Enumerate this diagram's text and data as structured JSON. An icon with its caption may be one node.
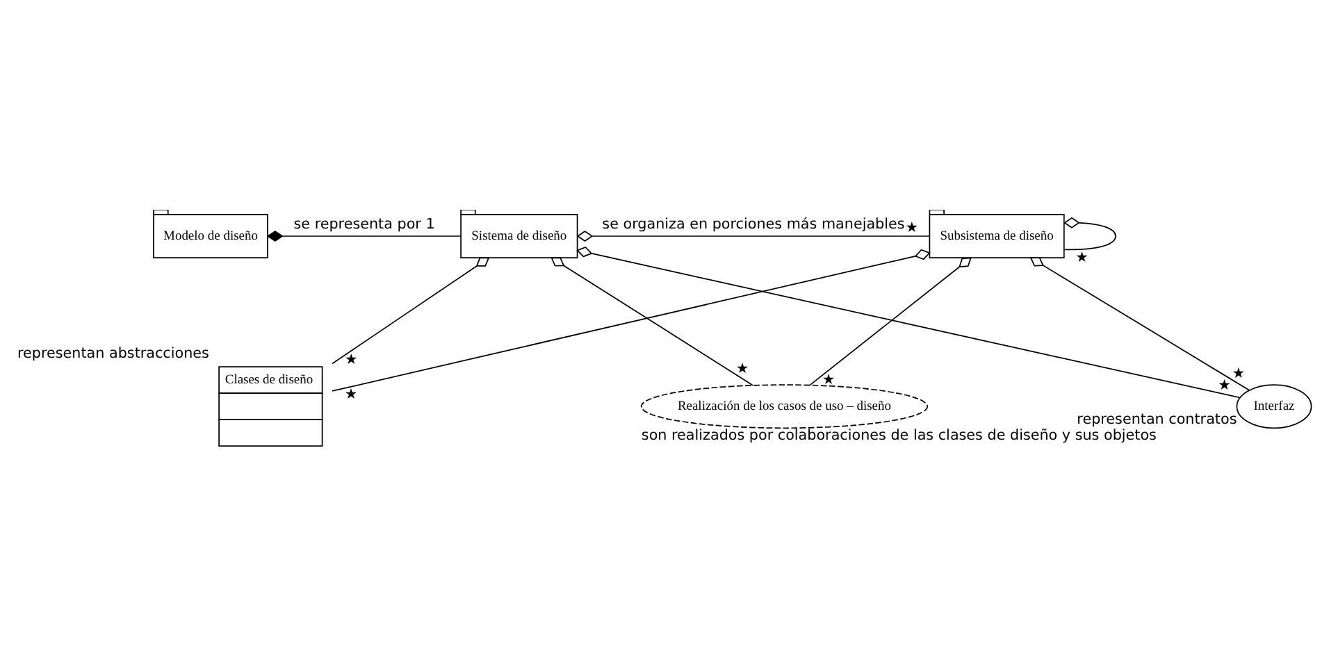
{
  "diagram": {
    "nodes": [
      {
        "text": [
          "Modelo de diseño"
        ]
      },
      {
        "text": [
          "Sistema de diseño"
        ]
      },
      {
        "text": [
          "Subsistema de diseño"
        ]
      },
      {
        "text": [
          "Clases de diseño"
        ],
        "beside": [
          "representan abstracciones"
        ]
      },
      {
        "text": [
          "Realización de los casos de uso – diseño"
        ],
        "beside": [
          "son realizados por colaboraciones de las clases de diseño y sus objetos"
        ]
      },
      {
        "text": [
          "Interfaz"
        ],
        "beside": [
          "representan contratos"
        ]
      }
    ],
    "edges": [
      {
        "from": 0,
        "to": 1,
        "arrow": "other",
        "label": "se representa por 1"
      },
      {
        "from": 1,
        "to": 2,
        "arrow": "other",
        "label": "se organiza en porciones más manejables"
      },
      {
        "from": 2,
        "to": 2,
        "arrow": "other"
      },
      {
        "from": 1,
        "to": 3,
        "arrow": "other"
      },
      {
        "from": 2,
        "to": 3,
        "arrow": "other"
      },
      {
        "from": 1,
        "to": 4,
        "arrow": "other"
      },
      {
        "from": 2,
        "to": 4,
        "arrow": "other"
      },
      {
        "from": 1,
        "to": 5,
        "arrow": "other"
      },
      {
        "from": 2,
        "to": 5,
        "arrow": "other"
      }
    ],
    "labels": [
      "★",
      "★",
      "★",
      "★",
      "★",
      "★",
      "★",
      "★"
    ]
  }
}
